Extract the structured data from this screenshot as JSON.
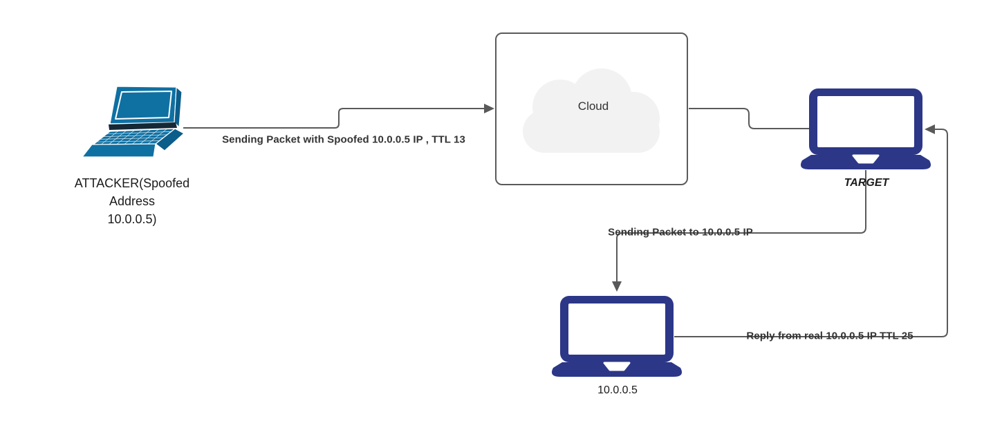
{
  "diagram": {
    "title": "IP spoofing network diagram",
    "nodes": {
      "attacker": {
        "label": "ATTACKER(Spoofed\nAddress\n10.0.0.5)",
        "icon": "laptop-3d-icon"
      },
      "cloud": {
        "label": "Cloud",
        "icon": "cloud-icon"
      },
      "target": {
        "label": "TARGET",
        "icon": "laptop-icon"
      },
      "real_host": {
        "label": "10.0.0.5",
        "icon": "laptop-icon"
      }
    },
    "edges": [
      {
        "id": "attacker-to-cloud",
        "label": "Sending Packet with Spoofed 10.0.0.5 IP , TTL 13",
        "arrow": "right"
      },
      {
        "id": "cloud-to-target",
        "label": "",
        "arrow": "none"
      },
      {
        "id": "target-to-real-host",
        "label": "Sending Packet to 10.0.0.5 IP",
        "arrow": "down"
      },
      {
        "id": "real-host-to-target",
        "label": "Reply from real 10.0.0.5 IP TTL 25",
        "arrow": "left"
      }
    ],
    "colors": {
      "attacker_laptop": "#0f70a2",
      "attacker_laptop_dark": "#0b5d8a",
      "navy_laptop": "#2c3788",
      "connector": "#595959",
      "edge_label_text": "#333333",
      "node_label_text": "#1a1a1a",
      "cloud_fill": "#f2f2f2",
      "cloud_box_border": "#5a5a5a"
    }
  }
}
